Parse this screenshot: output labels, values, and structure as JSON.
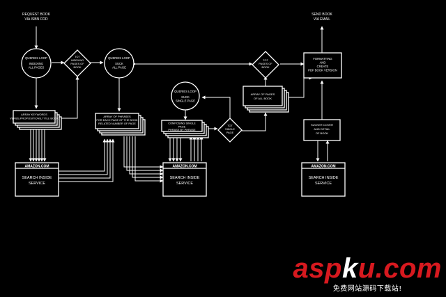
{
  "diagram": {
    "request": [
      "REQUEST BOOK",
      "VIA ISBN COD"
    ],
    "send": [
      "SEND BOOK",
      "VIA EMAIL"
    ],
    "loop1": [
      "QUERIES LOOP",
      "INDEXING",
      "ALL PAGES"
    ],
    "decision1": [
      "TOT",
      "INDEXING",
      "PAGES OF",
      "BOOK"
    ],
    "loop2": [
      "QUERIES LOOP",
      "SUCK",
      "ALL PAGE"
    ],
    "loop3": [
      "QUERIES LOOP",
      "SUCK",
      "SINGLE PAGE"
    ],
    "decision2": [
      "TOT",
      "SINGLE",
      "PAGE"
    ],
    "decision3": [
      "TOT",
      "PAGES OF",
      "BOOK"
    ],
    "formatting": [
      "FORMATTING",
      "AND",
      "CREATE",
      "PDF BOOK VERSION"
    ],
    "array_keywords": [
      "ARRAY KEYWORDS",
      "VERBS,PROPOSITIONS,TITLE BOOK"
    ],
    "array_phrases": [
      "ARRAY OF PHRASES",
      "FOR EACH PAGE OF THE BOOK",
      "RELATED NUMBER OF PAGE"
    ],
    "composing": [
      "COMPOSING SINGLE",
      "PAGE",
      "PHRASE BY PHRASE"
    ],
    "array_pages": [
      "ARRAY OF PAGES",
      "OF ALL BOOK"
    ],
    "sucker_cover": [
      "SUCKER COVER",
      "AND DETAIL",
      "OF BOOK"
    ],
    "service_head": "AMAZON.COM",
    "service_body": [
      "SEARCH INSIDE",
      "SERVICE"
    ]
  },
  "watermark": {
    "brand_a": "asp",
    "brand_b": "k",
    "brand_c": "u",
    "brand_d": ".com",
    "tagline": "免费网站源码下载站!",
    "brand_color": "#d7191f"
  }
}
